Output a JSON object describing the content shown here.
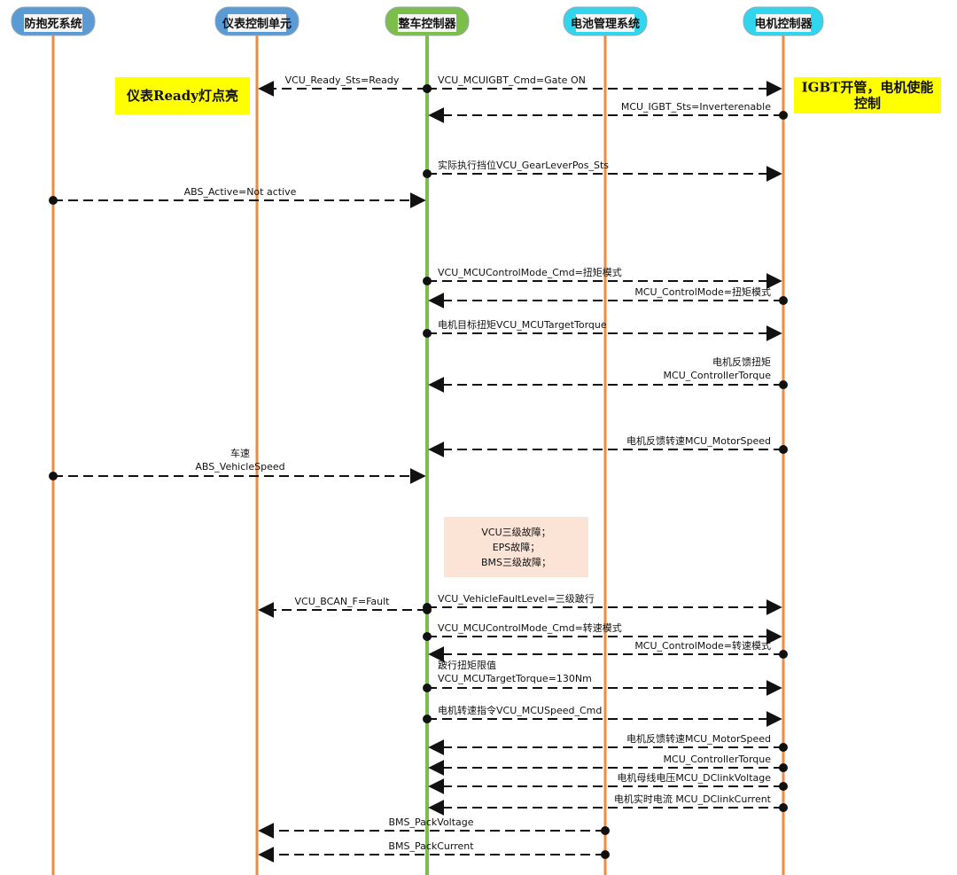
{
  "actors": {
    "abs": {
      "label": "防抱死系统",
      "color": "#f08a3c",
      "box": "#5b9bd5"
    },
    "ipc": {
      "label": "仪表控制单元",
      "color": "#f08a3c",
      "box": "#5b9bd5"
    },
    "vcu": {
      "label": "整车控制器",
      "color": "#7bbf4a",
      "box": "#7bbf4a"
    },
    "bms": {
      "label": "电池管理系统",
      "color": "#f08a3c",
      "box": "#2fd6ee"
    },
    "mcu": {
      "label": "电机控制器",
      "color": "#f08a3c",
      "box": "#2fd6ee"
    }
  },
  "messages": [
    {
      "from": "vcu",
      "to": "ipc",
      "label": "VCU_Ready_Sts=Ready"
    },
    {
      "from": "vcu",
      "to": "mcu",
      "label": "VCU_MCUIGBT_Cmd=Gate ON"
    },
    {
      "from": "mcu",
      "to": "vcu",
      "label": "MCU_IGBT_Sts=Inverterenable"
    },
    {
      "from": "vcu",
      "to": "mcu",
      "label": "实际执行挡位VCU_GearLeverPos_Sts"
    },
    {
      "from": "abs",
      "to": "vcu",
      "label": "ABS_Active=Not active"
    },
    {
      "from": "vcu",
      "to": "mcu",
      "label": "VCU_MCUControlMode_Cmd=扭矩模式"
    },
    {
      "from": "mcu",
      "to": "vcu",
      "label": "MCU_ControlMode=扭矩模式"
    },
    {
      "from": "vcu",
      "to": "mcu",
      "label": "电机目标扭矩VCU_MCUTargetTorque"
    },
    {
      "from": "mcu",
      "to": "vcu",
      "label": "电机反馈扭矩",
      "label2": "MCU_ControllerTorque"
    },
    {
      "from": "mcu",
      "to": "vcu",
      "label": "电机反馈转速MCU_MotorSpeed"
    },
    {
      "from": "abs",
      "to": "vcu",
      "label": "车速",
      "label2": "ABS_VehicleSpeed"
    },
    {
      "from": "vcu",
      "to": "ipc",
      "label": "VCU_BCAN_F=Fault"
    },
    {
      "from": "vcu",
      "to": "mcu",
      "label": "VCU_VehicleFaultLevel=三级跛行"
    },
    {
      "from": "vcu",
      "to": "mcu",
      "label": "VCU_MCUControlMode_Cmd=转速模式"
    },
    {
      "from": "mcu",
      "to": "vcu",
      "label": "MCU_ControlMode=转速模式"
    },
    {
      "from": "vcu",
      "to": "mcu",
      "label": "跛行扭矩限值",
      "label2": "VCU_MCUTargetTorque=130Nm"
    },
    {
      "from": "vcu",
      "to": "mcu",
      "label": "电机转速指令VCU_MCUSpeed_Cmd"
    },
    {
      "from": "mcu",
      "to": "vcu",
      "label": "电机反馈转速MCU_MotorSpeed"
    },
    {
      "from": "mcu",
      "to": "vcu",
      "label": "MCU_ControllerTorque"
    },
    {
      "from": "mcu",
      "to": "vcu",
      "label": "电机母线电压MCU_DClinkVoltage"
    },
    {
      "from": "mcu",
      "to": "vcu",
      "label": "电机实时电流 MCU_DClinkCurrent"
    },
    {
      "from": "bms",
      "to": "ipc",
      "label": "BMS_PackVoltage"
    },
    {
      "from": "bms",
      "to": "ipc",
      "label": "BMS_PackCurrent"
    }
  ],
  "notes": [
    {
      "kind": "yellow",
      "lines": [
        "仪表Ready灯点亮"
      ],
      "bg": "#ffff00"
    },
    {
      "kind": "yellow",
      "lines": [
        "IGBT开管，电机使能",
        "控制"
      ],
      "bg": "#ffff00"
    },
    {
      "kind": "small",
      "lines": [
        "VCU三级故障；",
        "EPS故障；",
        "BMS三级故障；"
      ],
      "bg": "#fbe3d6"
    }
  ]
}
